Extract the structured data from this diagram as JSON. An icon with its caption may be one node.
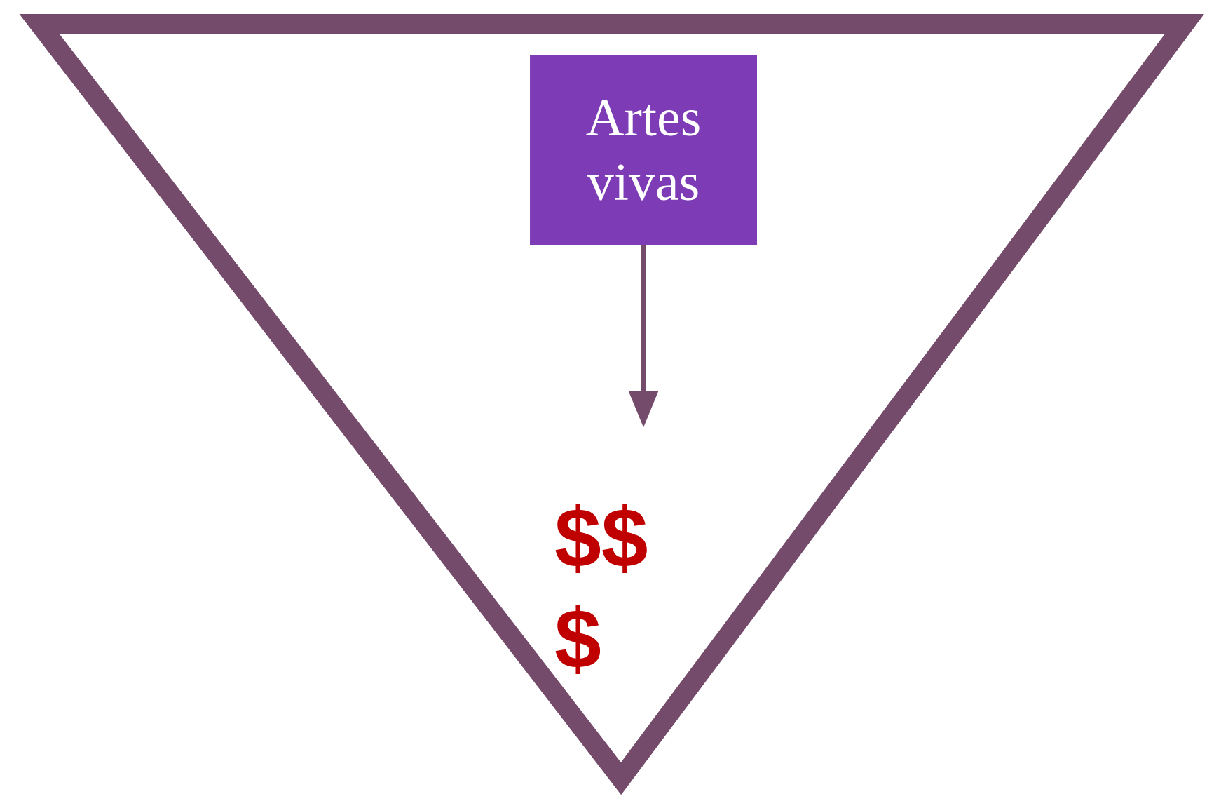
{
  "diagram": {
    "nodes": [
      {
        "text": [],
        "shape": "triangle"
      },
      {
        "text": [
          "Artes vivas"
        ],
        "in": 0
      },
      {
        "text": [
          "$$ $"
        ],
        "in": 0
      }
    ],
    "edges": [
      {
        "from": 1,
        "to": 2,
        "arrow": "to"
      }
    ]
  }
}
